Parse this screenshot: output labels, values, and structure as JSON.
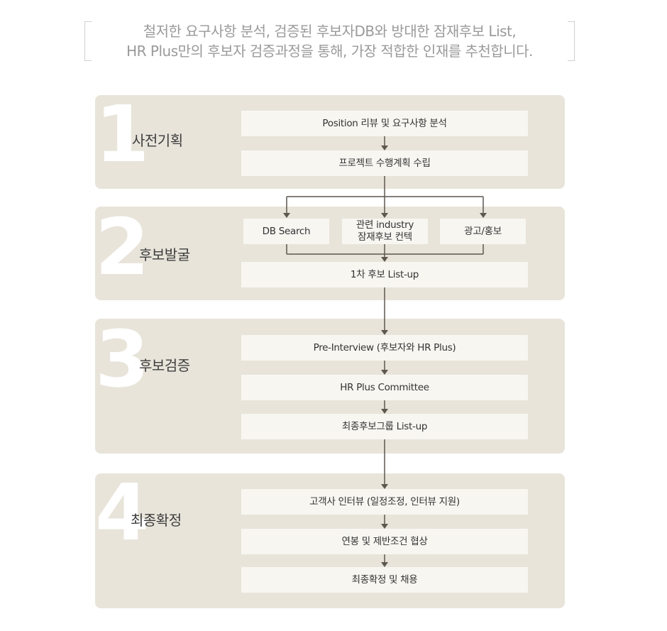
{
  "intro": {
    "line1": "철저한 요구사항 분석, 검증된 후보자DB와 방대한 잠재후보 List,",
    "line2": "HR Plus만의 후보자 검증과정을 통해, 가장 적합한 인재를 추천합니다."
  },
  "stages": [
    {
      "number": "1",
      "title": "사전기획",
      "steps": [
        "Position 리뷰 및 요구사항 분석",
        "프로젝트 수행계획 수립"
      ]
    },
    {
      "number": "2",
      "title": "후보발굴",
      "branches": [
        "DB Search",
        "관련 industry 잠재후보 컨텍",
        "광고/홍보"
      ],
      "branch2_line1": "관련 industry",
      "branch2_line2": "잠재후보 컨텍",
      "steps": [
        "1차 후보 List-up"
      ]
    },
    {
      "number": "3",
      "title": "후보검증",
      "steps": [
        "Pre-Interview (후보자와 HR Plus)",
        "HR Plus Committee",
        "최종후보그룹 List-up"
      ]
    },
    {
      "number": "4",
      "title": "최종확정",
      "steps": [
        "고객사 인터뷰 (일정조정, 인터뷰 지원)",
        "연봉 및 제반조건 협상",
        "최종확정 및 채용"
      ]
    }
  ],
  "colors": {
    "panel": "#e8e4da",
    "box": "#f7f6f1",
    "arrow": "#5d5750",
    "number": "#ffffff"
  }
}
